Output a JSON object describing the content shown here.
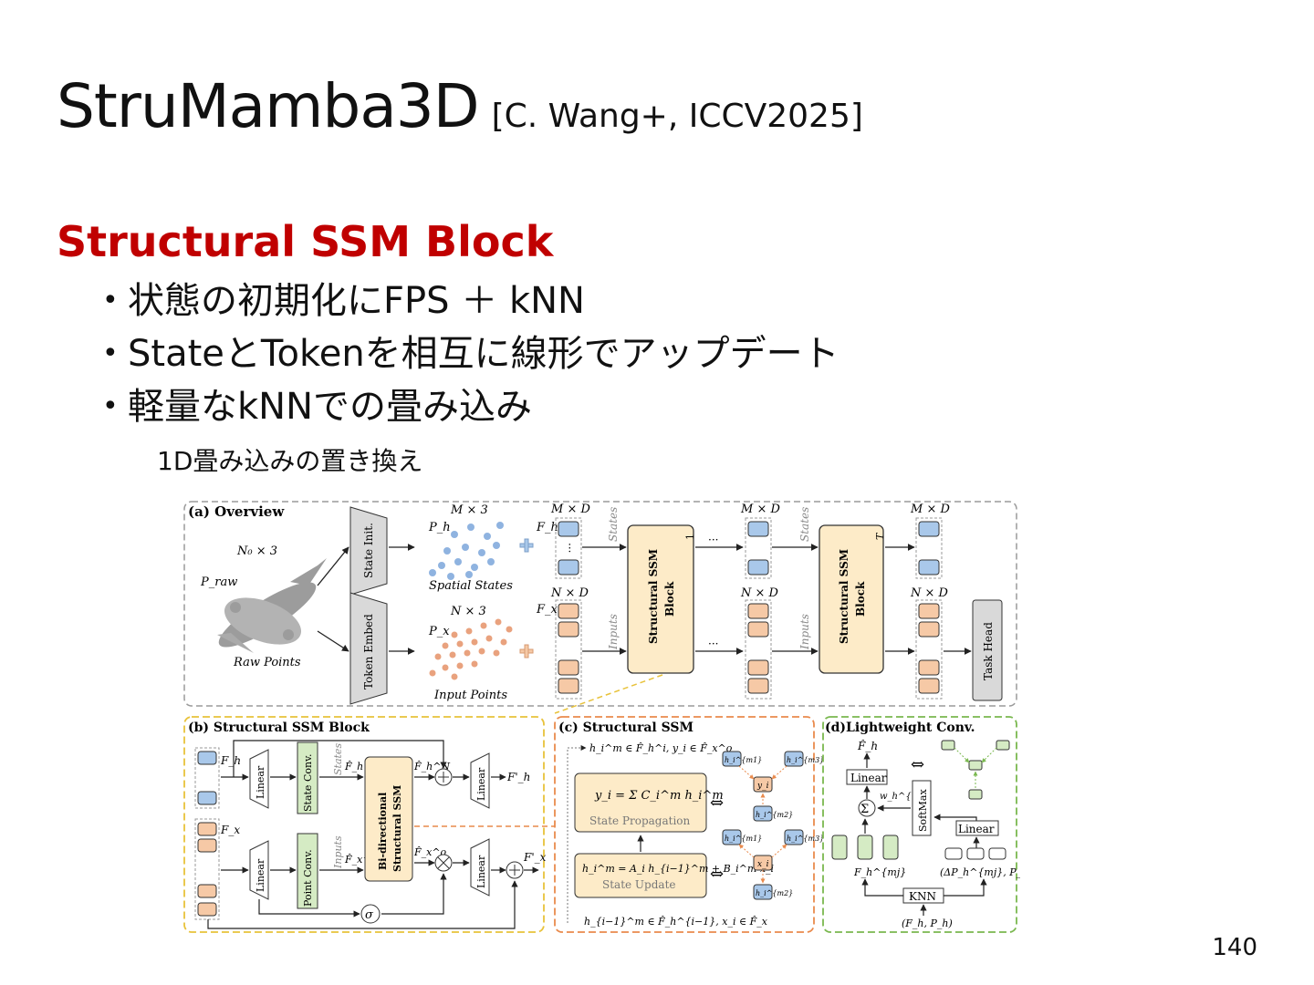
{
  "slide": {
    "title": "StruMamba3D",
    "citation": "[C. Wang+, ICCV2025]",
    "subtitle": "Structural SSM Block",
    "bullets": [
      "状態の初期化にFPS ＋ kNN",
      "StateとTokenを相互に線形でアップデート",
      "軽量なkNNでの畳み込み"
    ],
    "sub_bullet": "1D畳み込みの置き換え",
    "page_number": "140",
    "bullet_glyph": "•"
  },
  "figure": {
    "panel_a": {
      "title": "(a) Overview",
      "raw_shape": "N₀ × 3",
      "p_raw": "P_raw",
      "raw_caption": "Raw Points",
      "state_init": "State Init.",
      "token_embed": "Token Embed",
      "ph_shape": "M × 3",
      "ph_label": "P_h",
      "spatial_caption": "Spatial States",
      "px_shape": "N × 3",
      "px_label": "P_x",
      "input_caption": "Input Points",
      "md": "M × D",
      "nd": "N × D",
      "fh": "F_h",
      "fx": "F_x",
      "states": "States",
      "inputs": "Inputs",
      "block_label_1": "Structural SSM",
      "block_label_2": "Block",
      "block_index_1": "1",
      "block_index_T": "T",
      "ellipsis": "···",
      "task_head": "Task Head"
    },
    "panel_b": {
      "title": "(b) Structural SSM Block",
      "fh": "F_h",
      "fx": "F_x",
      "linear": "Linear",
      "state_conv": "State Conv.",
      "point_conv": "Point Conv.",
      "states": "States",
      "inputs": "Inputs",
      "fh0": "F̂_h^0",
      "fx0": "F̂_x^0",
      "fhN": "F̂_h^N",
      "fxo": "F̂_x^o",
      "bissm_1": "Bi-directional",
      "bissm_2": "Structural SSM",
      "fh_out": "F'_h",
      "fx_out": "F'_x",
      "sigma": "σ"
    },
    "panel_c": {
      "title": "(c) Structural SSM",
      "top_formula": "h_i^m ∈ F̂_h^i, y_i ∈ F̂_x^o",
      "prop_formula": "y_i = Σ C_i^m h_i^m",
      "prop_label": "State Propagation",
      "update_formula": "h_i^m = A_i h_{i−1}^m + B_i^m x_i",
      "update_label": "State Update",
      "bottom_formula": "h_{i−1}^m ∈ F̂_h^{i−1}, x_i ∈ F̂_x",
      "yi": "y_i",
      "xi": "x_i",
      "h1": "h_i^{m1}",
      "h2": "h_i^{m2}",
      "h3": "h_i^{m3}",
      "arrow": "⇔"
    },
    "panel_d": {
      "title": "(d)Lightweight Conv.",
      "fh_hat": "F̂_h",
      "linear": "Linear",
      "sum": "Σ",
      "w": "w_h^{mj}",
      "softmax": "SoftMax",
      "fh_mj": "F_h^{mj}",
      "delta": "(ΔP_h^{mj}, P_h^m)",
      "knn": "KNN",
      "input": "(F_h, P_h)",
      "arrow": "⇔"
    },
    "colors": {
      "state_blue": "#a9c8ea",
      "input_orange": "#f6c9a6",
      "block_fill": "#fdebc8",
      "conv_green": "#d5ebc4",
      "yellow_border": "#e8c23a",
      "orange_border": "#e98a4c",
      "green_border": "#7ab84f",
      "title_red": "#c00000"
    }
  }
}
